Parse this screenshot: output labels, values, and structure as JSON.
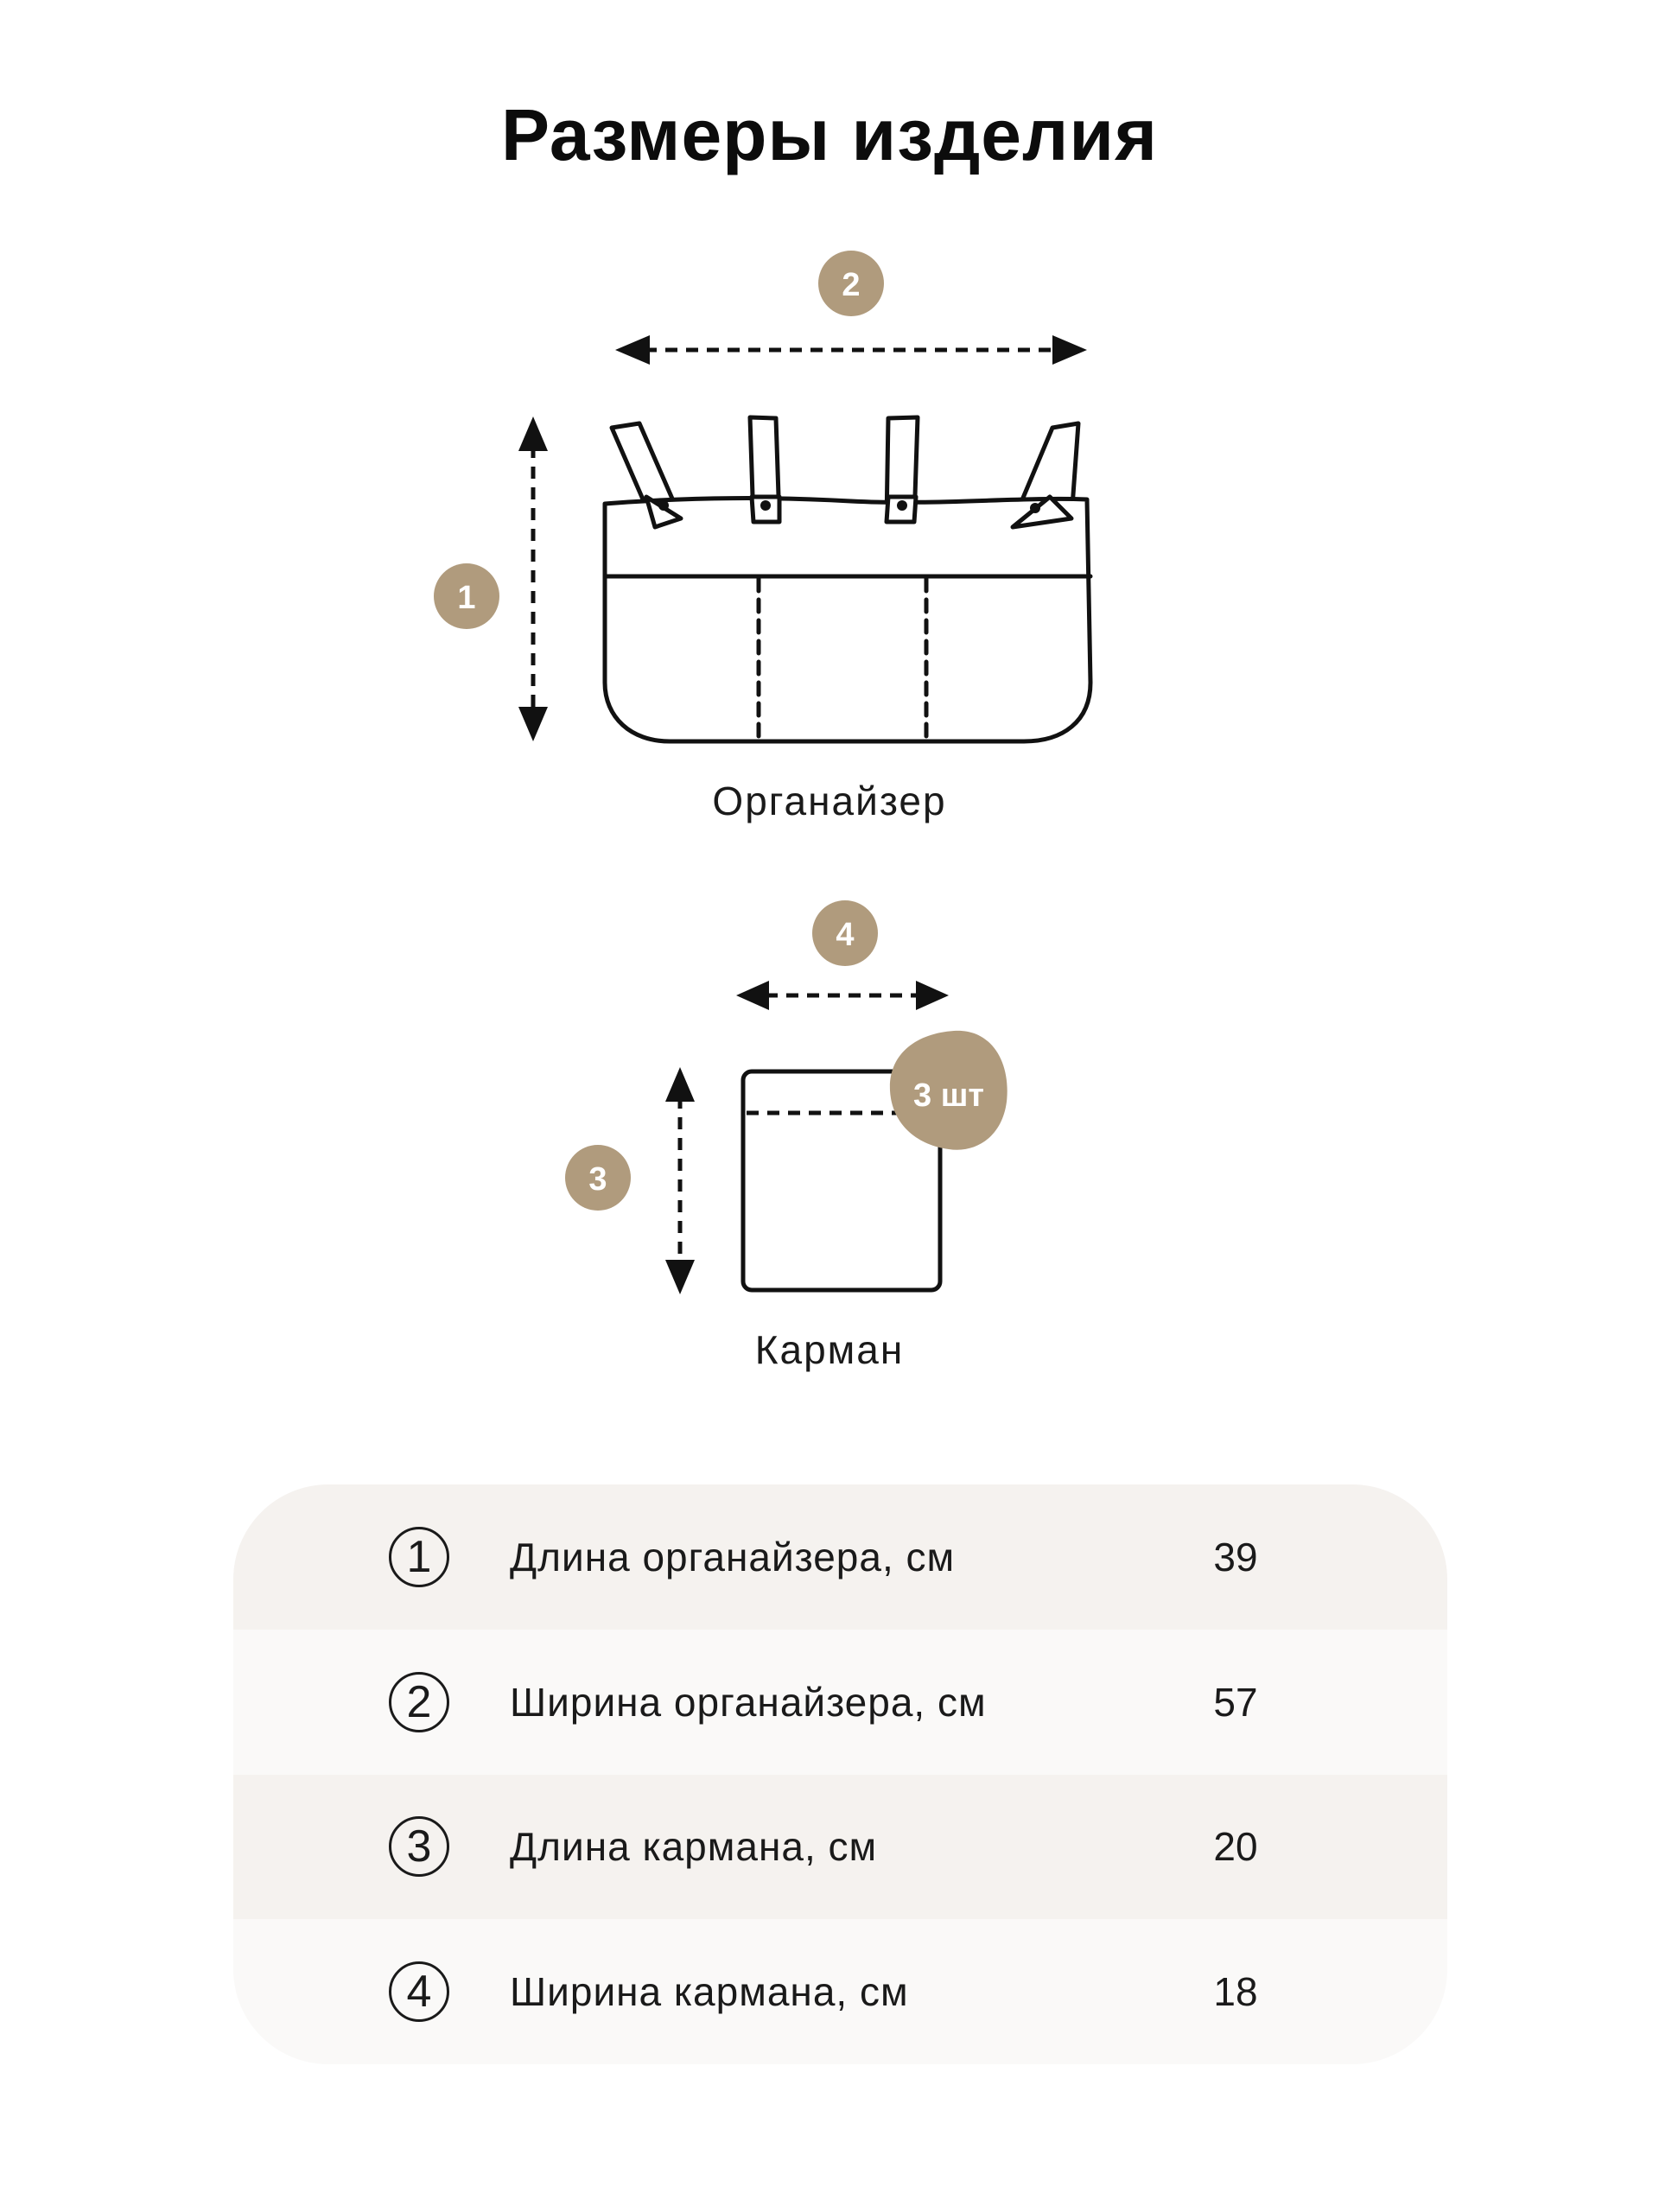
{
  "title": "Размеры изделия",
  "colors": {
    "badge": "#b09b7d",
    "outline": "#111111",
    "row_odd": "#f5f2ef",
    "row_even": "#faf9f8"
  },
  "diagram": {
    "organizer": {
      "caption": "Органайзер",
      "length_badge": "1",
      "width_badge": "2"
    },
    "pocket": {
      "caption": "Карман",
      "length_badge": "3",
      "width_badge": "4",
      "quantity_badge": "3 шт"
    }
  },
  "table": {
    "rows": [
      {
        "num": "1",
        "label": "Длина органайзера, см",
        "value": "39"
      },
      {
        "num": "2",
        "label": "Ширина органайзера, см",
        "value": "57"
      },
      {
        "num": "3",
        "label": "Длина кармана, см",
        "value": "20"
      },
      {
        "num": "4",
        "label": "Ширина кармана, см",
        "value": "18"
      }
    ]
  }
}
